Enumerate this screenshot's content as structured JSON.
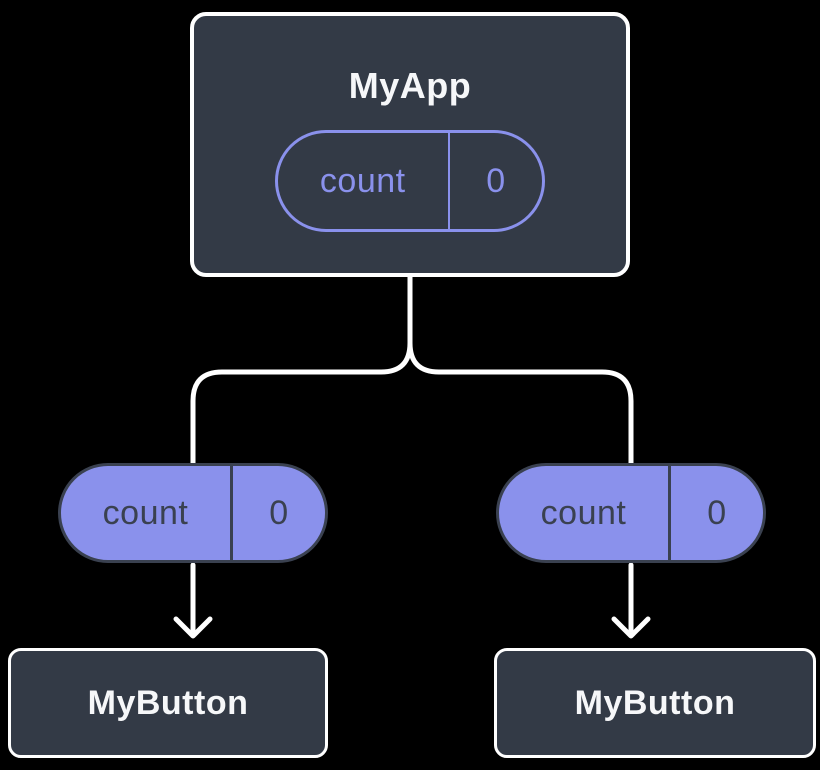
{
  "diagram": {
    "background": "#000000",
    "colors": {
      "node_fill": "#333a46",
      "node_border": "#ffffff",
      "accent_purple": "#8a91ec",
      "pill_dark": "#3a4150",
      "text_light": "#f6f7f9",
      "connector": "#ffffff"
    },
    "root": {
      "title": "MyApp",
      "state": {
        "name": "count",
        "value": "0"
      }
    },
    "children": [
      {
        "title": "MyButton",
        "prop": {
          "name": "count",
          "value": "0"
        }
      },
      {
        "title": "MyButton",
        "prop": {
          "name": "count",
          "value": "0"
        }
      }
    ]
  }
}
